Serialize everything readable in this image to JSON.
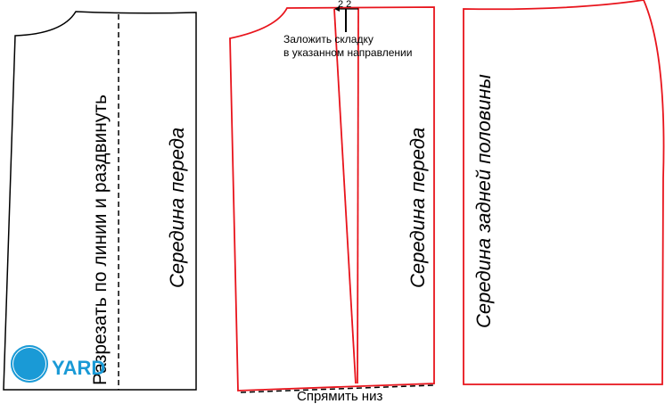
{
  "left_piece": {
    "cut_label": "Разрезать по линии и раздвинуть",
    "center_label": "Середина переда"
  },
  "middle_piece": {
    "fold_numbers": "2 2",
    "fold_instruction_line1": "Заложить складку",
    "fold_instruction_line2": "в указанном направлении",
    "center_label": "Середина переда",
    "hem_label": "Спрямить низ"
  },
  "right_piece": {
    "center_label": "Середина задней половины"
  },
  "watermark": {
    "text": "YARD"
  },
  "colors": {
    "pattern_line": "#000000",
    "modified_line": "#e8141c",
    "logo": "#1a9ad6"
  }
}
